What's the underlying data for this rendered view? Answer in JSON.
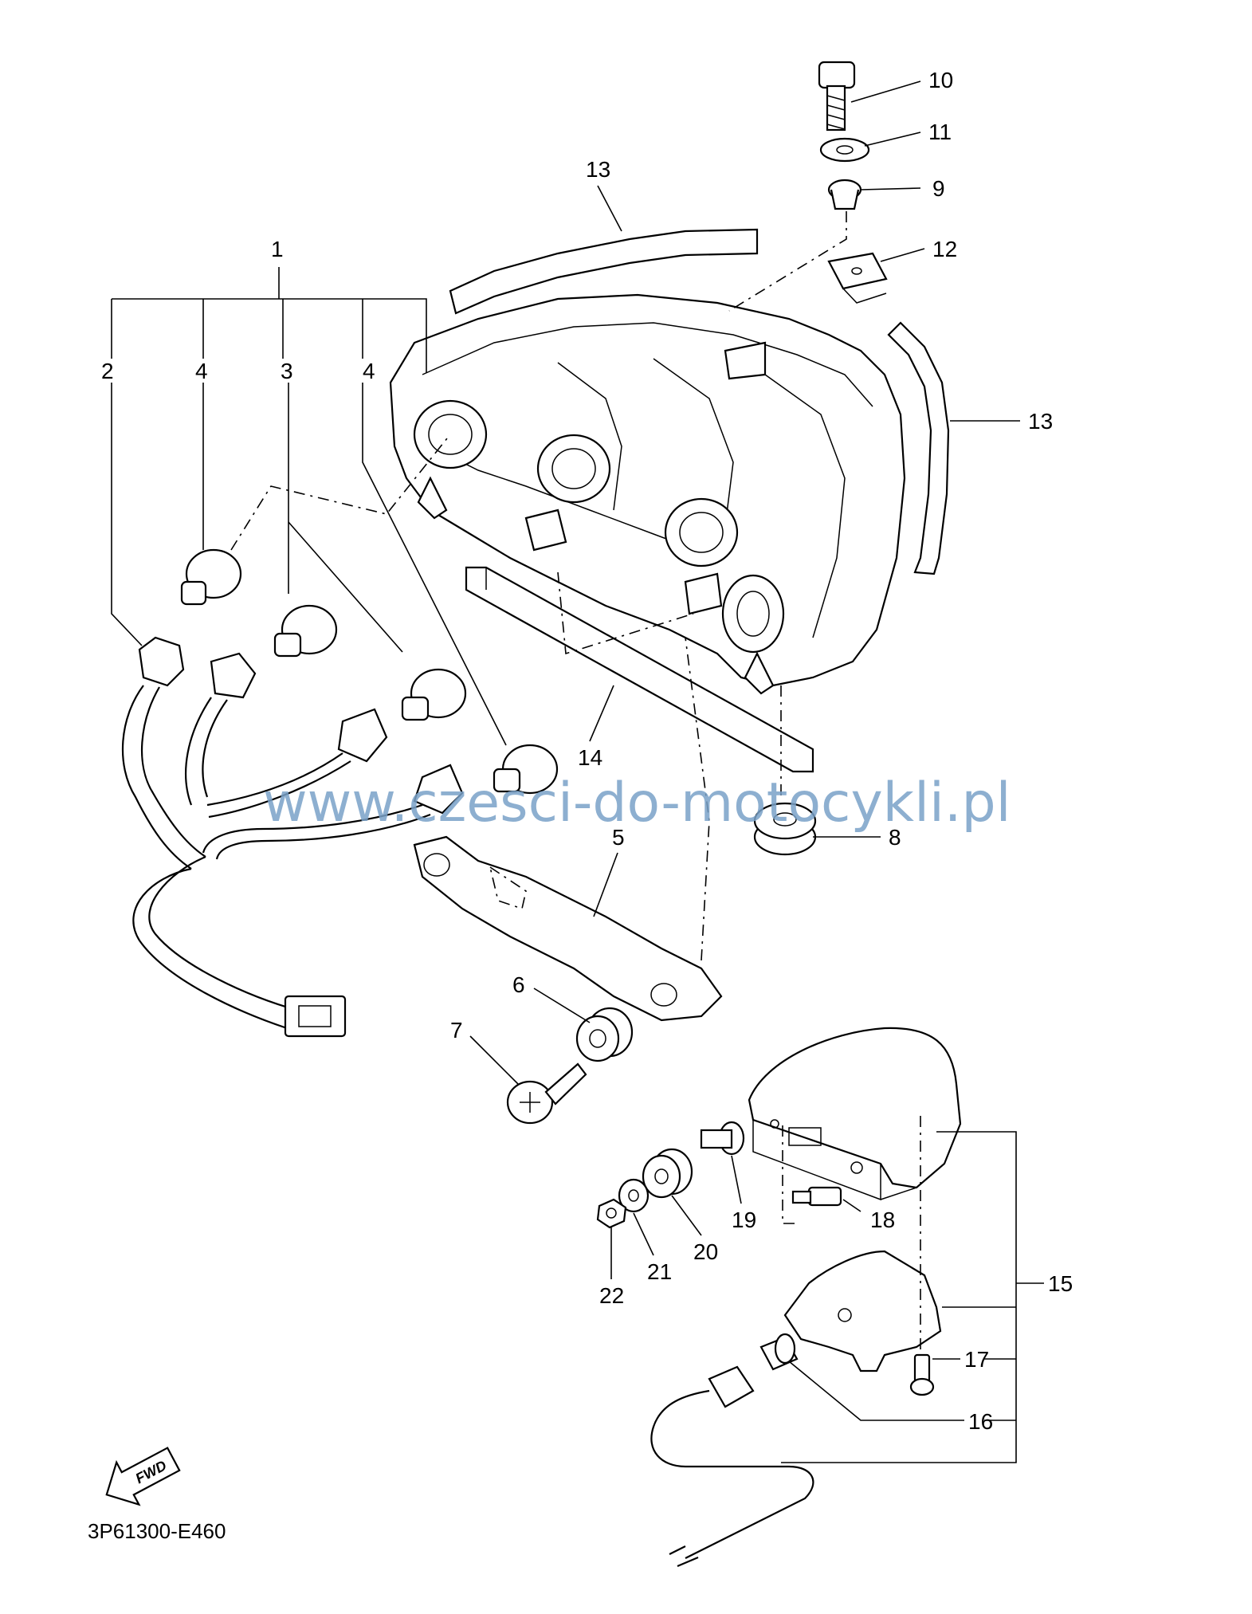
{
  "diagram": {
    "callouts": {
      "c1": "1",
      "c2": "2",
      "c3": "3",
      "c4a": "4",
      "c4b": "4",
      "c5": "5",
      "c6": "6",
      "c7": "7",
      "c8": "8",
      "c9": "9",
      "c10": "10",
      "c11": "11",
      "c12": "12",
      "c13a": "13",
      "c13b": "13",
      "c14": "14",
      "c15": "15",
      "c16": "16",
      "c17": "17",
      "c18": "18",
      "c19": "19",
      "c20": "20",
      "c21": "21",
      "c22": "22"
    },
    "watermark": "www.czesci-do-motocykli.pl",
    "fwd_label": "FWD",
    "drawing_code": "3P61300-E460"
  }
}
